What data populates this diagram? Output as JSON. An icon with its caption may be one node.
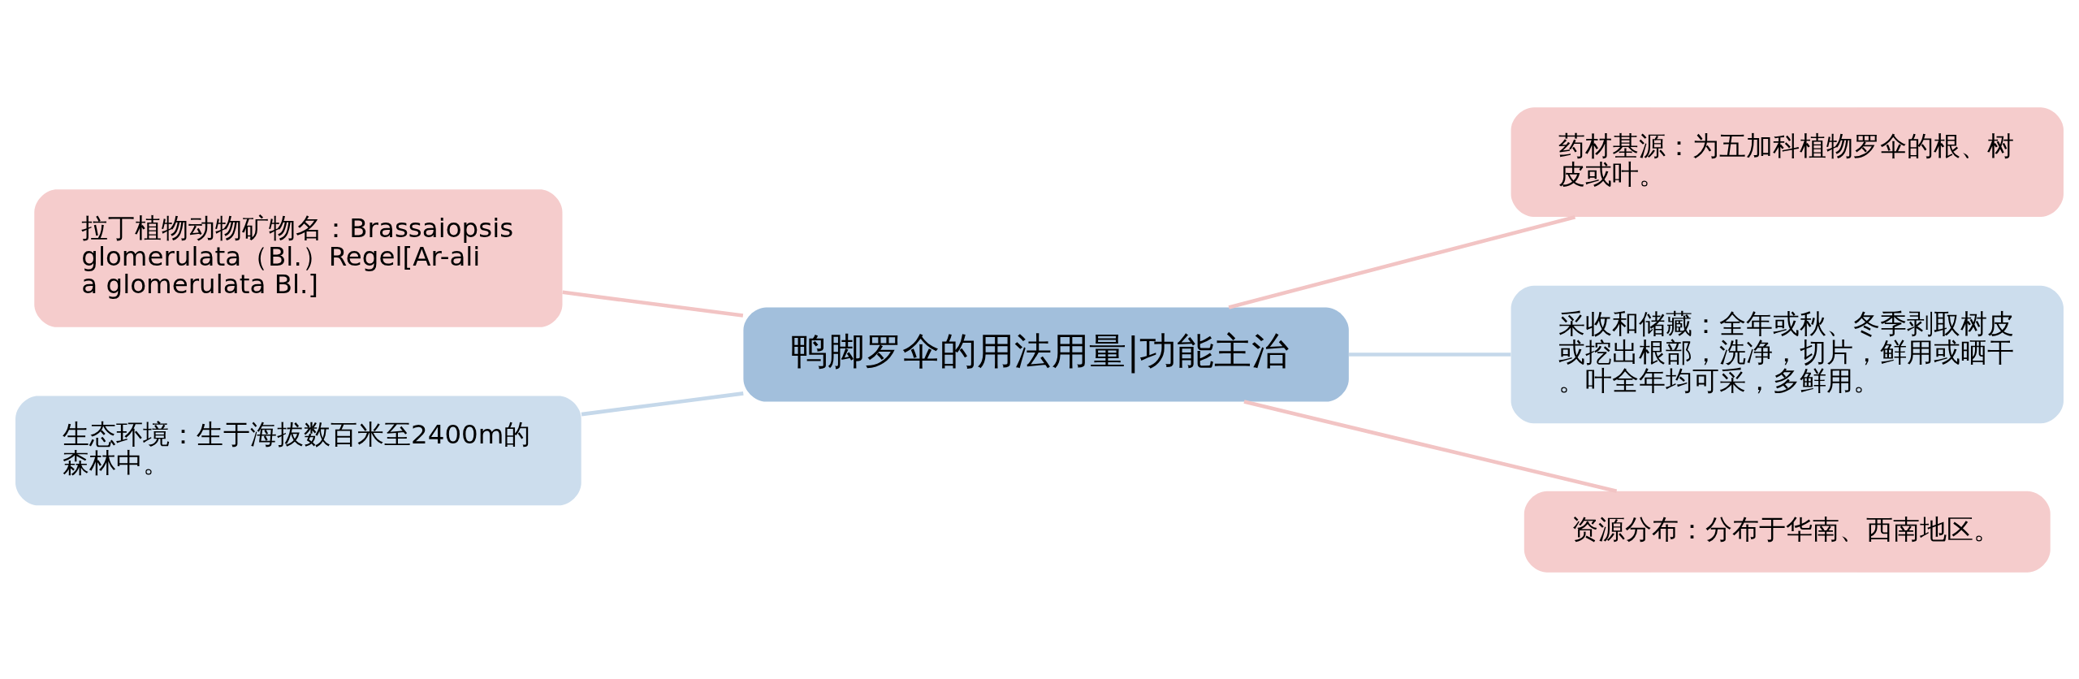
{
  "diagram": {
    "nodes": [
      {
        "text": [
          "鸭脚罗伞的用法用量|功能主治"
        ]
      },
      {
        "text": [
          "拉丁植物动物矿物名：Brassaiopsis glomerulata（Bl.）Regel[Ar-alia glomerulata Bl.]"
        ]
      },
      {
        "text": [
          "生态环境：生于海拔数百米至2400m的森林中。"
        ]
      },
      {
        "text": [
          "药材基源：为五加科植物罗伞的根、树皮或叶。"
        ]
      },
      {
        "text": [
          "采收和储藏：全年或秋、冬季剥取树皮或挖出根部，洗净，切片，鲜用或晒干。叶全年均可采，多鲜用。"
        ]
      },
      {
        "text": [
          "资源分布：分布于华南、西南地区。"
        ]
      }
    ],
    "edges": [
      {
        "from": 0,
        "to": 1,
        "arrow": "none"
      },
      {
        "from": 0,
        "to": 2,
        "arrow": "none",
        "color": "#c5d8ea"
      },
      {
        "from": 0,
        "to": 3,
        "arrow": "none"
      },
      {
        "from": 0,
        "to": 4,
        "arrow": "none",
        "color": "#c5d8ea"
      },
      {
        "from": 0,
        "to": 5,
        "arrow": "none"
      }
    ]
  }
}
